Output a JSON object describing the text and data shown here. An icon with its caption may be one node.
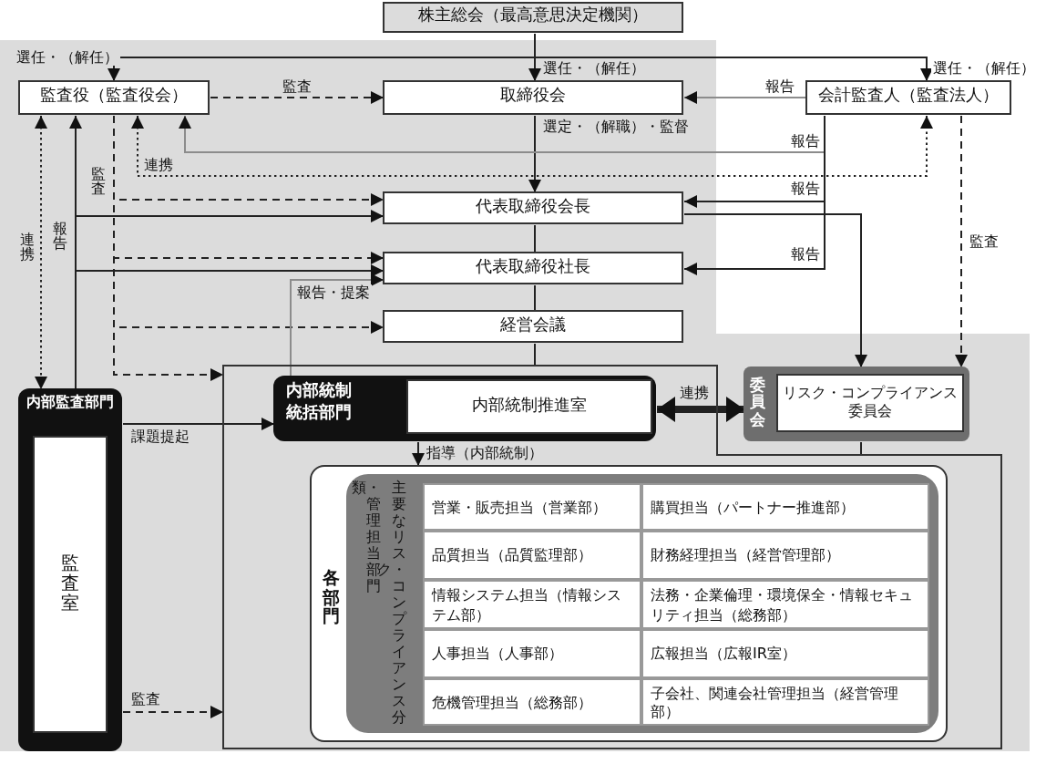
{
  "diagram": {
    "nodes": [
      {
        "text": [
          "株主総会（最高意思決定機関）"
        ]
      },
      {
        "text": [
          "監査役（監査役会）"
        ]
      },
      {
        "text": [
          "取締役会"
        ]
      },
      {
        "text": [
          "会計監査人（監査法人）"
        ]
      },
      {
        "text": [
          "代表取締役会長"
        ]
      },
      {
        "text": [
          "代表取締役社長"
        ]
      },
      {
        "text": [
          "経営会議"
        ]
      },
      {
        "text": [
          "内部監査部門"
        ]
      },
      {
        "text": [
          "監査室"
        ],
        "in": 7
      },
      {
        "text": [],
        "shape": "box"
      },
      {
        "text": [
          "内部統制統括部門"
        ],
        "in": 9
      },
      {
        "text": [
          "内部統制推進室"
        ],
        "in": 10
      },
      {
        "text": [
          "委員会"
        ]
      },
      {
        "text": [
          "リスク・コンプライアンス委員会"
        ],
        "in": 12
      },
      {
        "text": [
          "各部門"
        ],
        "in": 9
      },
      {
        "text": [
          "主要なリスク・コンプライアンス分類・管理担当部門"
        ],
        "in": 14
      },
      {
        "text": [
          "営業・販売担当（営業部）"
        ],
        "in": 15
      },
      {
        "text": [
          "購買担当（パートナー推進部）"
        ],
        "in": 15
      },
      {
        "text": [
          "品質担当（品質監理部）"
        ],
        "in": 15
      },
      {
        "text": [
          "財務経理担当（経営管理部）"
        ],
        "in": 15
      },
      {
        "text": [
          "情報システム担当（情報システム部）"
        ],
        "in": 15
      },
      {
        "text": [
          "法務・企業倫理・環境保全・情報セキュリティ担当（総務部）"
        ],
        "in": 15
      },
      {
        "text": [
          "人事担当（人事部）"
        ],
        "in": 15
      },
      {
        "text": [
          "広報担当（広報IR室）"
        ],
        "in": 15
      },
      {
        "text": [
          "危機管理担当（総務部）"
        ],
        "in": 15
      },
      {
        "text": [
          "子会社、関連会社管理担当（経営管理部）"
        ],
        "in": 15
      }
    ],
    "edges": [
      {
        "from": 0,
        "to": 1,
        "arrow": "to",
        "label": "選任・（解任）"
      },
      {
        "from": 0,
        "to": 2,
        "arrow": "to",
        "label": "選任・（解任）"
      },
      {
        "from": 0,
        "to": 3,
        "arrow": "to",
        "label": "選任・（解任）"
      },
      {
        "from": 1,
        "to": 2,
        "arrow": "to",
        "label": "監査",
        "style": "dashed"
      },
      {
        "from": 3,
        "to": 2,
        "arrow": "to",
        "label": "報告",
        "color": "#8c8c8c"
      },
      {
        "from": 2,
        "to": 4,
        "arrow": "to",
        "label": "選定・（解職）・監督"
      },
      {
        "from": 4,
        "to": 5,
        "arrow": "none"
      },
      {
        "from": 5,
        "to": 6,
        "arrow": "none"
      },
      {
        "from": 6,
        "to": 9,
        "arrow": "none"
      },
      {
        "from": 1,
        "to": 4,
        "arrow": "to",
        "label": "監査",
        "style": "dashed"
      },
      {
        "from": 1,
        "to": 5,
        "arrow": "to",
        "style": "dashed"
      },
      {
        "from": 1,
        "to": 6,
        "arrow": "to",
        "style": "dashed"
      },
      {
        "from": 1,
        "to": 9,
        "arrow": "to",
        "style": "dashed"
      },
      {
        "from": 7,
        "to": 1,
        "arrow": "to",
        "label": "報告"
      },
      {
        "from": 7,
        "to": 4,
        "arrow": "to"
      },
      {
        "from": 7,
        "to": 5,
        "arrow": "to"
      },
      {
        "from": 1,
        "to": 7,
        "arrow": "both",
        "label": "連携",
        "style": "dashed"
      },
      {
        "from": 1,
        "to": 3,
        "arrow": "both",
        "label": "連携",
        "style": "dashed"
      },
      {
        "from": 3,
        "to": 1,
        "arrow": "to",
        "label": "報告",
        "color": "#8c8c8c"
      },
      {
        "from": 3,
        "to": 4,
        "arrow": "to",
        "label": "報告"
      },
      {
        "from": 3,
        "to": 5,
        "arrow": "to",
        "label": "報告"
      },
      {
        "from": 4,
        "to": 12,
        "arrow": "to"
      },
      {
        "from": 3,
        "to": 12,
        "arrow": "to",
        "label": "監査",
        "style": "dashed"
      },
      {
        "from": 10,
        "to": 5,
        "arrow": "to",
        "label": "報告・提案",
        "color": "#8c8c8c"
      },
      {
        "from": 7,
        "to": 10,
        "arrow": "to",
        "label": "課題提起"
      },
      {
        "from": 7,
        "to": 9,
        "arrow": "to",
        "label": "監査",
        "style": "dashed"
      },
      {
        "from": 10,
        "to": 12,
        "arrow": "both",
        "label": "連携",
        "style": "thick"
      },
      {
        "from": 10,
        "to": 14,
        "arrow": "to",
        "label": "指導（内部統制）"
      },
      {
        "from": 12,
        "to": 9,
        "arrow": "none"
      }
    ]
  }
}
